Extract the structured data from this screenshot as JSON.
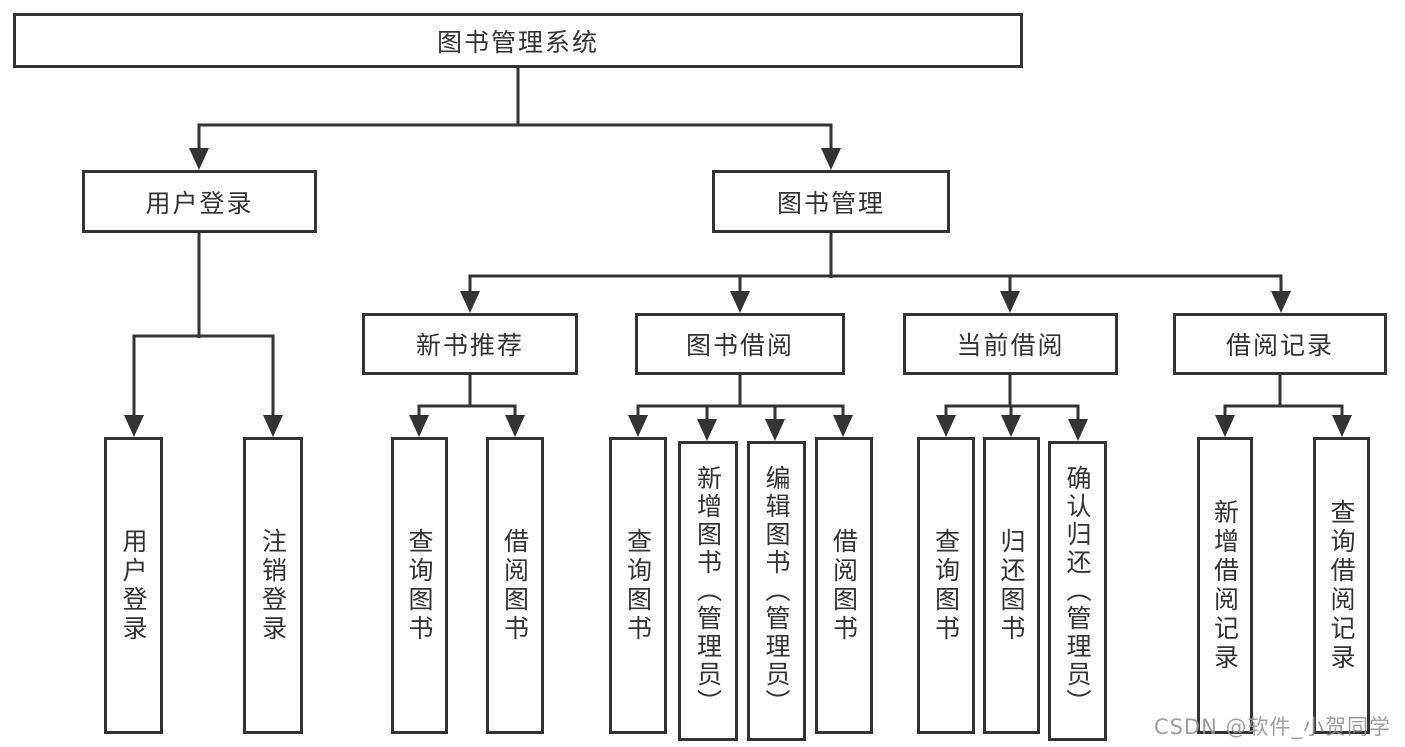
{
  "nodes": {
    "root": {
      "label": "图书管理系统"
    },
    "login_branch": {
      "label": "用户登录",
      "children": {
        "login": "用户登录",
        "logout": "注销登录"
      }
    },
    "mgmt_branch": {
      "label": "图书管理"
    },
    "new_rec": {
      "label": "新书推荐",
      "children": {
        "query": "查询图书",
        "borrow": "借阅图书"
      }
    },
    "borrowing": {
      "label": "图书借阅",
      "children": {
        "query": "查询图书",
        "add": "新增图书（管理员）",
        "edit": "编辑图书（管理员）",
        "borrow": "借阅图书"
      }
    },
    "current": {
      "label": "当前借阅",
      "children": {
        "query": "查询图书",
        "return": "归还图书",
        "confirm": "确认归还（管理员）"
      }
    },
    "records": {
      "label": "借阅记录",
      "children": {
        "add": "新增借阅记录",
        "query": "查询借阅记录"
      }
    }
  },
  "watermark": {
    "text": "CSDN @软件_小贺同学"
  },
  "colors": {
    "line": "#333333",
    "box_background": "#ffffff",
    "watermark_gray": "#969696"
  }
}
